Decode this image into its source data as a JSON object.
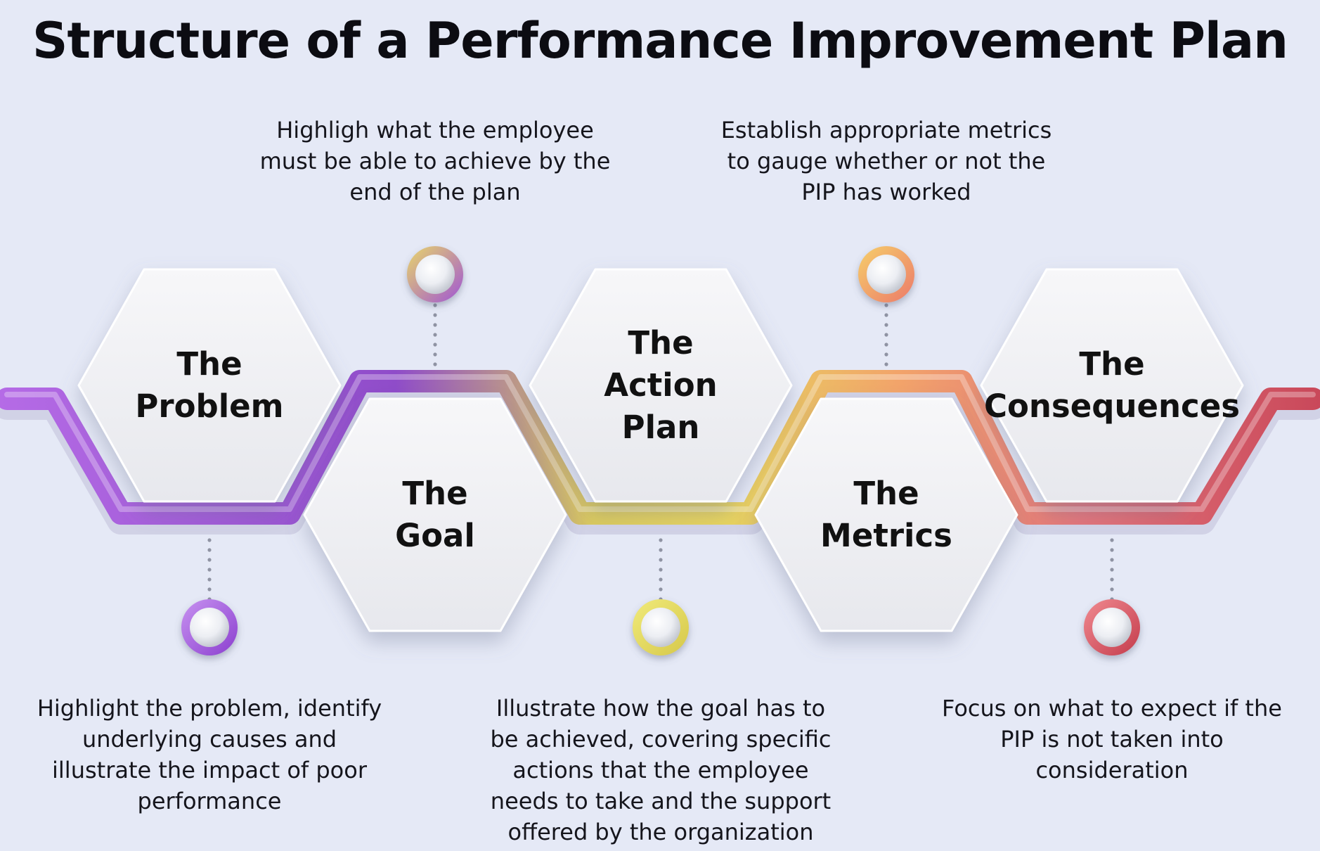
{
  "title": "Structure of a Performance Improvement Plan",
  "colors": {
    "background": "#e5e9f6",
    "problem": "#a25ad9",
    "goal": "#9a54cf",
    "action_plan": "#ddd35a",
    "metrics": "#f2a46a",
    "consequences": "#d85d63"
  },
  "steps": [
    {
      "id": "problem",
      "label_lines": [
        "The",
        "Problem"
      ],
      "description": [
        "Highlight the problem, identify",
        "underlying causes and",
        "illustrate the impact of poor",
        "performance"
      ]
    },
    {
      "id": "goal",
      "label_lines": [
        "The",
        "Goal"
      ],
      "description": [
        "Highligh what the employee",
        "must be able to achieve by the",
        "end of the plan"
      ]
    },
    {
      "id": "action-plan",
      "label_lines": [
        "The",
        "Action",
        "Plan"
      ],
      "description": [
        "Illustrate how the goal has to",
        "be achieved, covering specific",
        "actions that the employee",
        "needs to take and the support",
        "offered by the organization"
      ]
    },
    {
      "id": "metrics",
      "label_lines": [
        "The",
        "Metrics"
      ],
      "description": [
        "Establish appropriate metrics",
        "to gauge whether or not the",
        "PIP has worked"
      ]
    },
    {
      "id": "consequences",
      "label_lines": [
        "The",
        "Consequences"
      ],
      "description": [
        "Focus on what to expect if the",
        "PIP is not taken into",
        "consideration"
      ]
    }
  ]
}
